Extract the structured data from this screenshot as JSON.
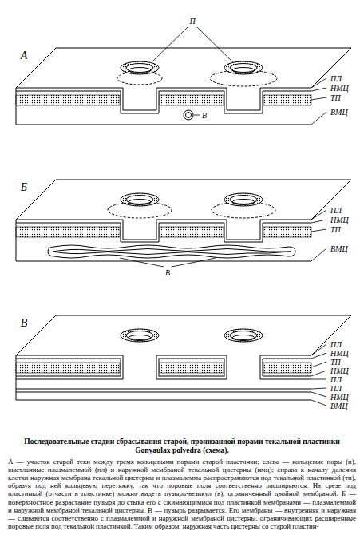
{
  "diagram": {
    "title": "Последовательные стадии сбрасывания старой, пронизанной порами текальной пластинки Gonyaulax polyedra (схема).",
    "caption": "А — участок старой теки между тремя кольцевыми порами старой пластинки; слева — кольцевые поры (п), выстланные плазмалеммой (пл) и наружной мембраной текальной цистерны (нмц); справа к началу деления клетки наружная мембрана текальной цистерны и плазмалемма распространяются под текальной пластинкой (тп), образуя под ней кольцевую перетяжку, так что поровые поля соответственно расширяются. На срезе под пластинкой (отчасти в пластинке) можно видеть пузырь-везикул (в), ограниченный двойной мембраной. Б — поверхностное разрастание пузыря до стыка его с сжимающимися под пластинкой мембранами — плазмалеммой и наружной мембраной текальной цистерны. В — пузырь разрывается. Его мембраны — внутренняя и наружная — сливаются соответственно с плазмалеммой и наружной мембраной цистерны, ограничивающих расширенные поровые поля под текальной пластинкой. Таким образом, наружная часть цистерны со старой пластин-",
    "labels": [
      "П",
      "А",
      "ПЛ",
      "НМЦ",
      "ТП",
      "В",
      "ВМЦ",
      "Б",
      "ПЛ",
      "НМЦ",
      "ТП",
      "ВМЦ",
      "В",
      "В",
      "ПЛ",
      "НМЦ",
      "ТП",
      "НМЦ",
      "ПЛ",
      "ПЛ",
      "НМЦ",
      "ВМЦ"
    ]
  }
}
